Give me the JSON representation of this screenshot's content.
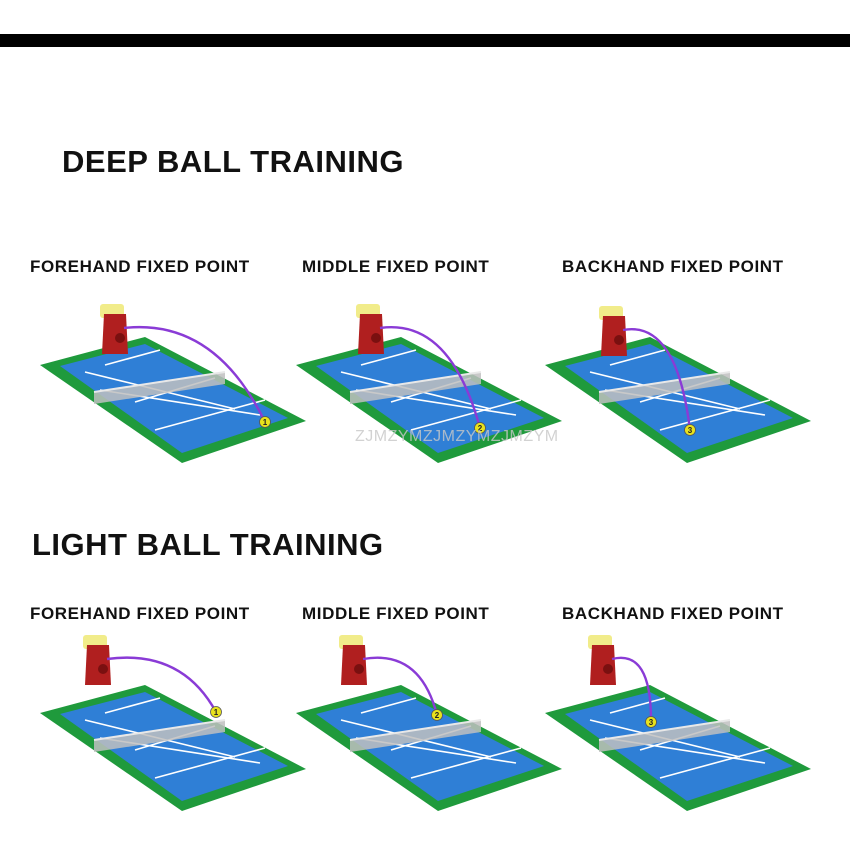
{
  "sections": [
    {
      "title": "DEEP BALL TRAINING",
      "panels": [
        {
          "label": "FOREHAND FIXED POINT",
          "point": "1"
        },
        {
          "label": "MIDDLE FIXED POINT",
          "point": "2"
        },
        {
          "label": "BACKHAND FIXED POINT",
          "point": "3"
        }
      ]
    },
    {
      "title": "LIGHT BALL TRAINING",
      "panels": [
        {
          "label": "FOREHAND FIXED POINT",
          "point": "1"
        },
        {
          "label": "MIDDLE FIXED POINT",
          "point": "2"
        },
        {
          "label": "BACKHAND FIXED POINT",
          "point": "3"
        }
      ]
    }
  ],
  "watermark": "ZJMZYMZJMZYMZJMZYM",
  "colors": {
    "court_green": "#1f9a3c",
    "court_blue": "#2f7fd6",
    "trajectory": "#8a3bd6",
    "machine": "#b01f1f",
    "ball": "#e8e21c"
  }
}
